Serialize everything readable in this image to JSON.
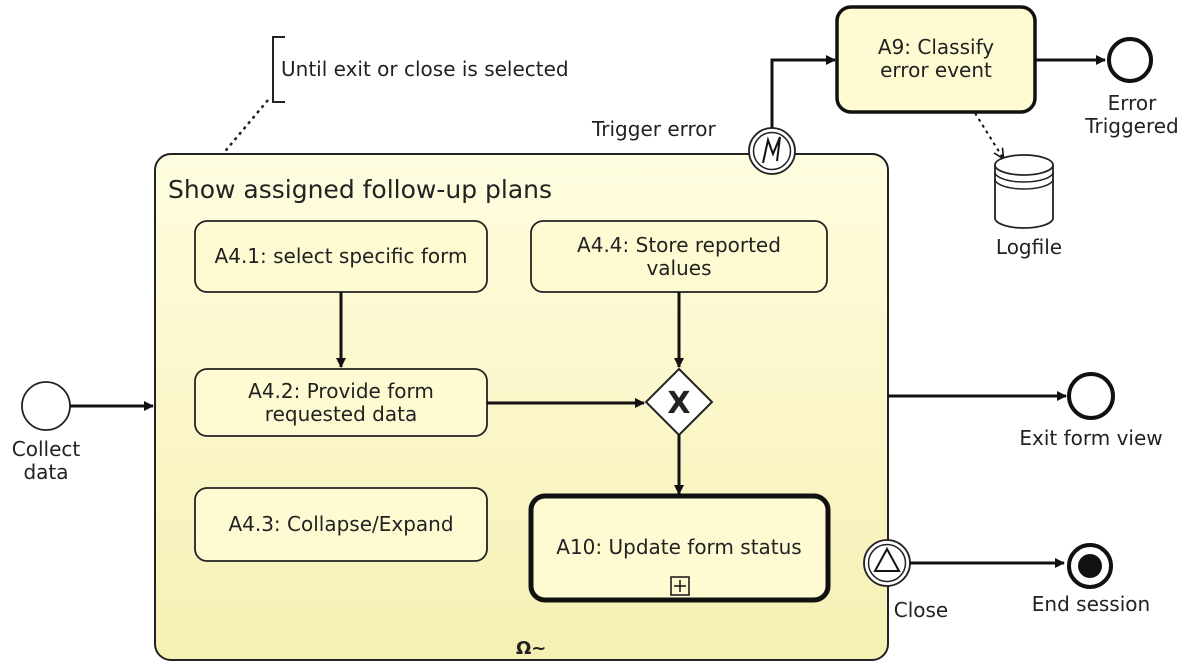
{
  "diagram": {
    "annotation": "Until exit or close is selected",
    "subprocess_title": "Show assigned follow-up plans",
    "tasks": {
      "a41": [
        "A4.1: select specific form"
      ],
      "a42": [
        "A4.2: Provide form",
        "requested data"
      ],
      "a43": [
        "A4.3: Collapse/Expand"
      ],
      "a44": [
        "A4.4: Store reported",
        "values"
      ],
      "a10": [
        "A10: Update form status"
      ],
      "a9": [
        "A9: Classify",
        "error event"
      ]
    },
    "events": {
      "start": [
        "Collect",
        "data"
      ],
      "error_boundary": "Trigger error",
      "error_end": [
        "Error",
        "Triggered"
      ],
      "exit_end": "Exit form view",
      "close_boundary": "Close",
      "end_session": "End session"
    },
    "datastore": "Logfile",
    "gateway_symbol": "X",
    "loop_marker": "Ω~"
  }
}
